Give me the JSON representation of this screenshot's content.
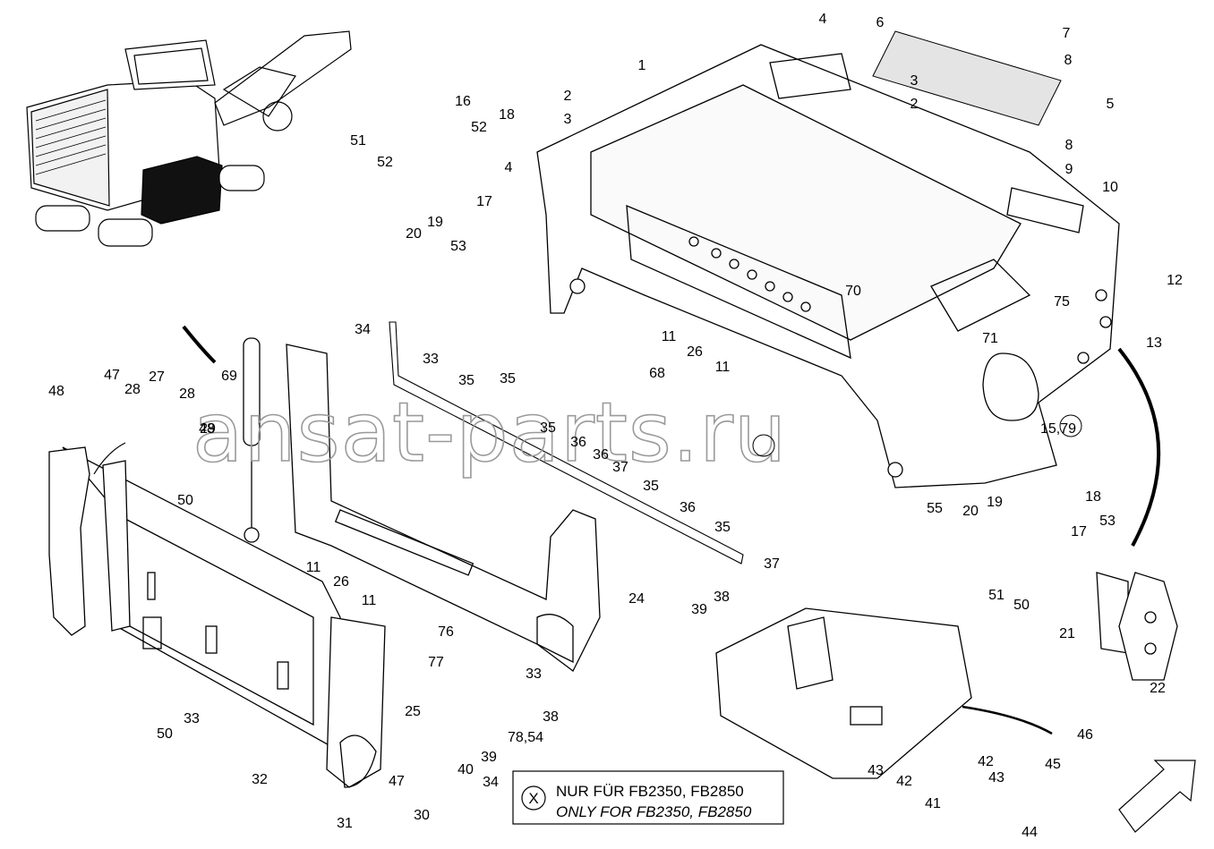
{
  "watermark": "ansat-parts.ru",
  "note": {
    "symbol": "X",
    "line1": "NUR FÜR FB2350, FB2850",
    "line2": "ONLY FOR FB2350, FB2850"
  },
  "callouts": [
    "1",
    "2",
    "2",
    "3",
    "3",
    "4",
    "4",
    "5",
    "6",
    "7",
    "8",
    "8",
    "9",
    "10",
    "11",
    "11",
    "11",
    "11",
    "12",
    "13",
    "15,79",
    "16",
    "17",
    "17",
    "18",
    "18",
    "19",
    "19",
    "20",
    "20",
    "21",
    "22",
    "24",
    "25",
    "26",
    "26",
    "27",
    "28",
    "28",
    "29",
    "30",
    "31",
    "32",
    "33",
    "33",
    "33",
    "34",
    "34",
    "35",
    "35",
    "35",
    "35",
    "35",
    "36",
    "36",
    "36",
    "37",
    "37",
    "38",
    "38",
    "39",
    "39",
    "40",
    "41",
    "42",
    "42",
    "43",
    "43",
    "44",
    "45",
    "46",
    "47",
    "47",
    "48",
    "48",
    "50",
    "50",
    "50",
    "51",
    "51",
    "52",
    "52",
    "53",
    "53",
    "55",
    "68",
    "69",
    "70",
    "71",
    "75",
    "76",
    "77",
    "78,54"
  ]
}
